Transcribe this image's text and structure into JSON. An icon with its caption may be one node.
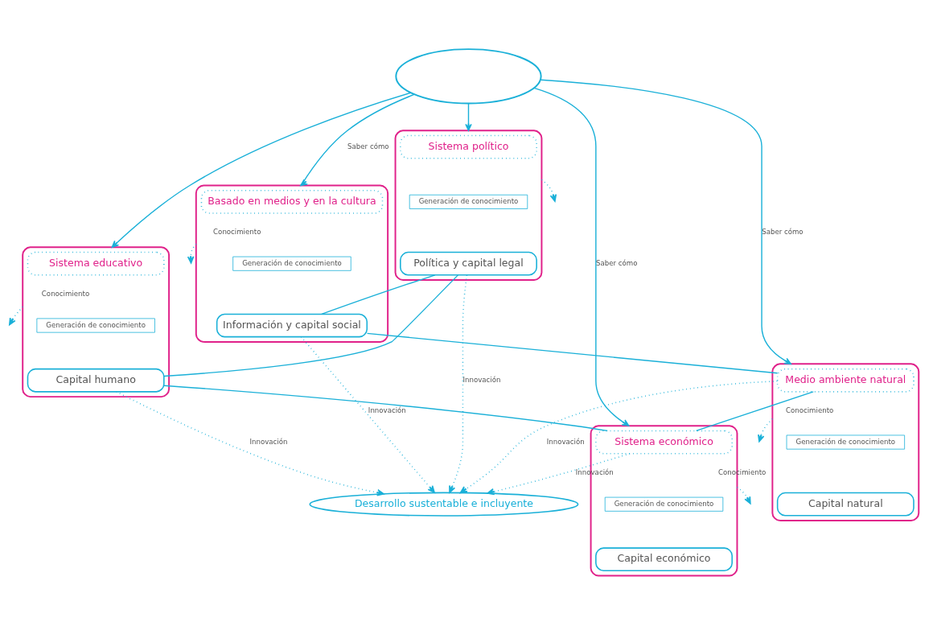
{
  "diagram": {
    "nodes": [
      {
        "text": [],
        "shape": "ellipse"
      },
      {
        "text": [],
        "shape": "box"
      },
      {
        "text": [
          "Sistema político"
        ],
        "in": 1
      },
      {
        "text": [
          "Generación de conocimiento"
        ],
        "in": 1
      },
      {
        "text": [
          "Política y capital legal"
        ],
        "in": 1
      },
      {
        "text": [],
        "shape": "box"
      },
      {
        "text": [
          "Basado en medios y en la cultura"
        ],
        "in": 5
      },
      {
        "text": [
          "Generación de conocimiento"
        ],
        "in": 5
      },
      {
        "text": [
          "Información y capital social"
        ],
        "in": 5
      },
      {
        "text": [],
        "shape": "box"
      },
      {
        "text": [
          "Sistema educativo"
        ],
        "in": 9
      },
      {
        "text": [
          "Generación de conocimiento"
        ],
        "in": 9
      },
      {
        "text": [
          "Capital humano"
        ],
        "in": 9
      },
      {
        "text": [
          "Desarrollo sustentable e incluyente"
        ]
      },
      {
        "text": [],
        "shape": "box"
      },
      {
        "text": [
          "Medio ambiente natural"
        ],
        "in": 14
      },
      {
        "text": [
          "Generación de conocimiento"
        ],
        "in": 14
      },
      {
        "text": [
          "Capital natural"
        ],
        "in": 14
      },
      {
        "text": [],
        "shape": "box"
      },
      {
        "text": [
          "Sistema económico"
        ],
        "in": 18
      },
      {
        "text": [
          "Generación de conocimiento"
        ],
        "in": 18
      },
      {
        "text": [
          "Capital económico"
        ],
        "in": 18
      }
    ],
    "edges": [
      {
        "from": 0,
        "to": 1,
        "arrow": "to"
      },
      {
        "from": 1,
        "to": null,
        "arrow": "to",
        "style": "dashed"
      },
      {
        "from": 0,
        "to": 5,
        "arrow": "to",
        "label": "Saber cómo"
      },
      {
        "from": 5,
        "to": null,
        "arrow": "to",
        "style": "dashed",
        "label": "Conocimiento"
      },
      {
        "from": 9,
        "to": null,
        "arrow": "to",
        "style": "dashed",
        "label": "Conocimiento"
      },
      {
        "from": 0,
        "to": 9,
        "arrow": "to"
      },
      {
        "from": 4,
        "to": 8,
        "arrow": "none"
      },
      {
        "from": 4,
        "to": 12,
        "arrow": "none"
      },
      {
        "from": 4,
        "to": 13,
        "arrow": "to",
        "style": "dashed",
        "label": "Innovación"
      },
      {
        "from": 8,
        "to": 13,
        "arrow": "to",
        "style": "dashed",
        "label": "Innovación"
      },
      {
        "from": 12,
        "to": 13,
        "arrow": "to",
        "style": "dashed",
        "label": "Innovación"
      },
      {
        "from": 8,
        "to": 15,
        "arrow": "none"
      },
      {
        "from": 12,
        "to": 19,
        "arrow": "none"
      },
      {
        "from": 15,
        "to": 13,
        "arrow": "to",
        "style": "dashed",
        "label": "Innovación"
      },
      {
        "from": 19,
        "to": 13,
        "arrow": "to",
        "style": "dashed",
        "label": "Innovación"
      },
      {
        "from": 15,
        "to": 19,
        "arrow": "none"
      },
      {
        "from": 0,
        "to": 14,
        "arrow": "to",
        "label": "Saber cómo"
      },
      {
        "from": 18,
        "to": null,
        "arrow": "to",
        "style": "dashed",
        "label": "Conocimiento"
      },
      {
        "from": 0,
        "to": 18,
        "arrow": "to",
        "label": "Saber cómo"
      },
      {
        "from": 14,
        "to": null,
        "arrow": "to",
        "style": "dashed",
        "label": "Conocimiento"
      }
    ]
  }
}
